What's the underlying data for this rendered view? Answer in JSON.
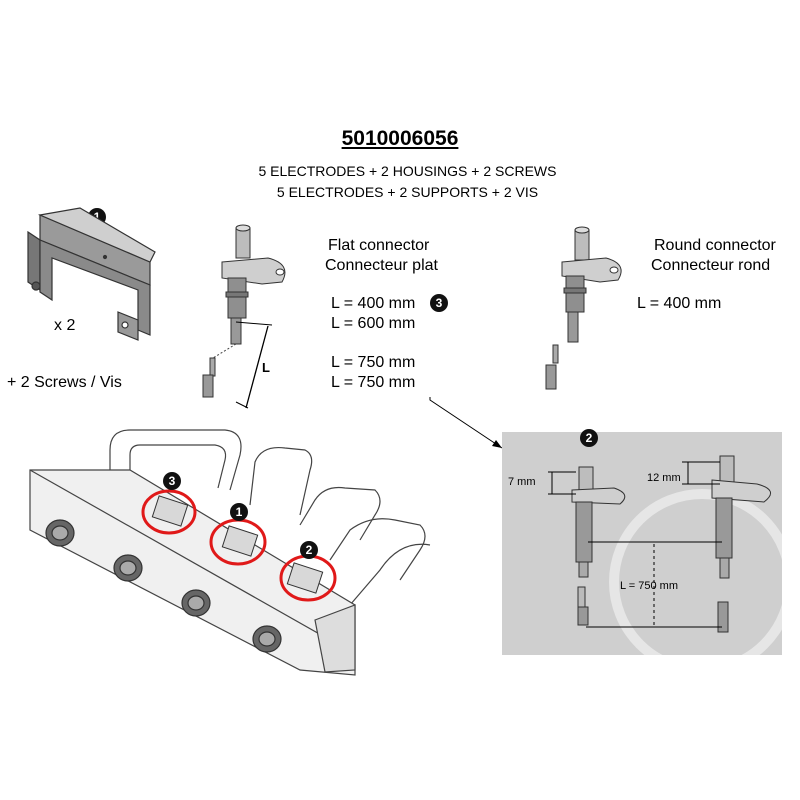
{
  "header": {
    "part_number": "5010006056",
    "subtitle_en": "5 ELECTRODES + 2 HOUSINGS + 2 SCREWS",
    "subtitle_fr": "5 ELECTRODES + 2 SUPPORTS + 2 VIS"
  },
  "housing": {
    "badge": "1",
    "quantity": "x 2",
    "screws": "+ 2 Screws / Vis"
  },
  "flat_electrode": {
    "dimension_letter": "L"
  },
  "flat_connector": {
    "title_en": "Flat connector",
    "title_fr": "Connecteur plat",
    "lengths": [
      "L = 400 mm",
      "L = 600 mm",
      "L = 750 mm",
      "L = 750 mm"
    ],
    "badge": "3"
  },
  "round_connector": {
    "title_en": "Round connector",
    "title_fr": "Connecteur rond",
    "length": "L = 400 mm"
  },
  "detail": {
    "badge": "2",
    "dim_a": "7 mm",
    "dim_b": "12 mm",
    "dim_length": "L = 750 mm"
  },
  "burner_callouts": [
    "3",
    "1",
    "2"
  ],
  "colors": {
    "callout": "#e01919",
    "badge": "#111111",
    "panel": "#cfcfcf",
    "metal": "#8a8a8a"
  }
}
